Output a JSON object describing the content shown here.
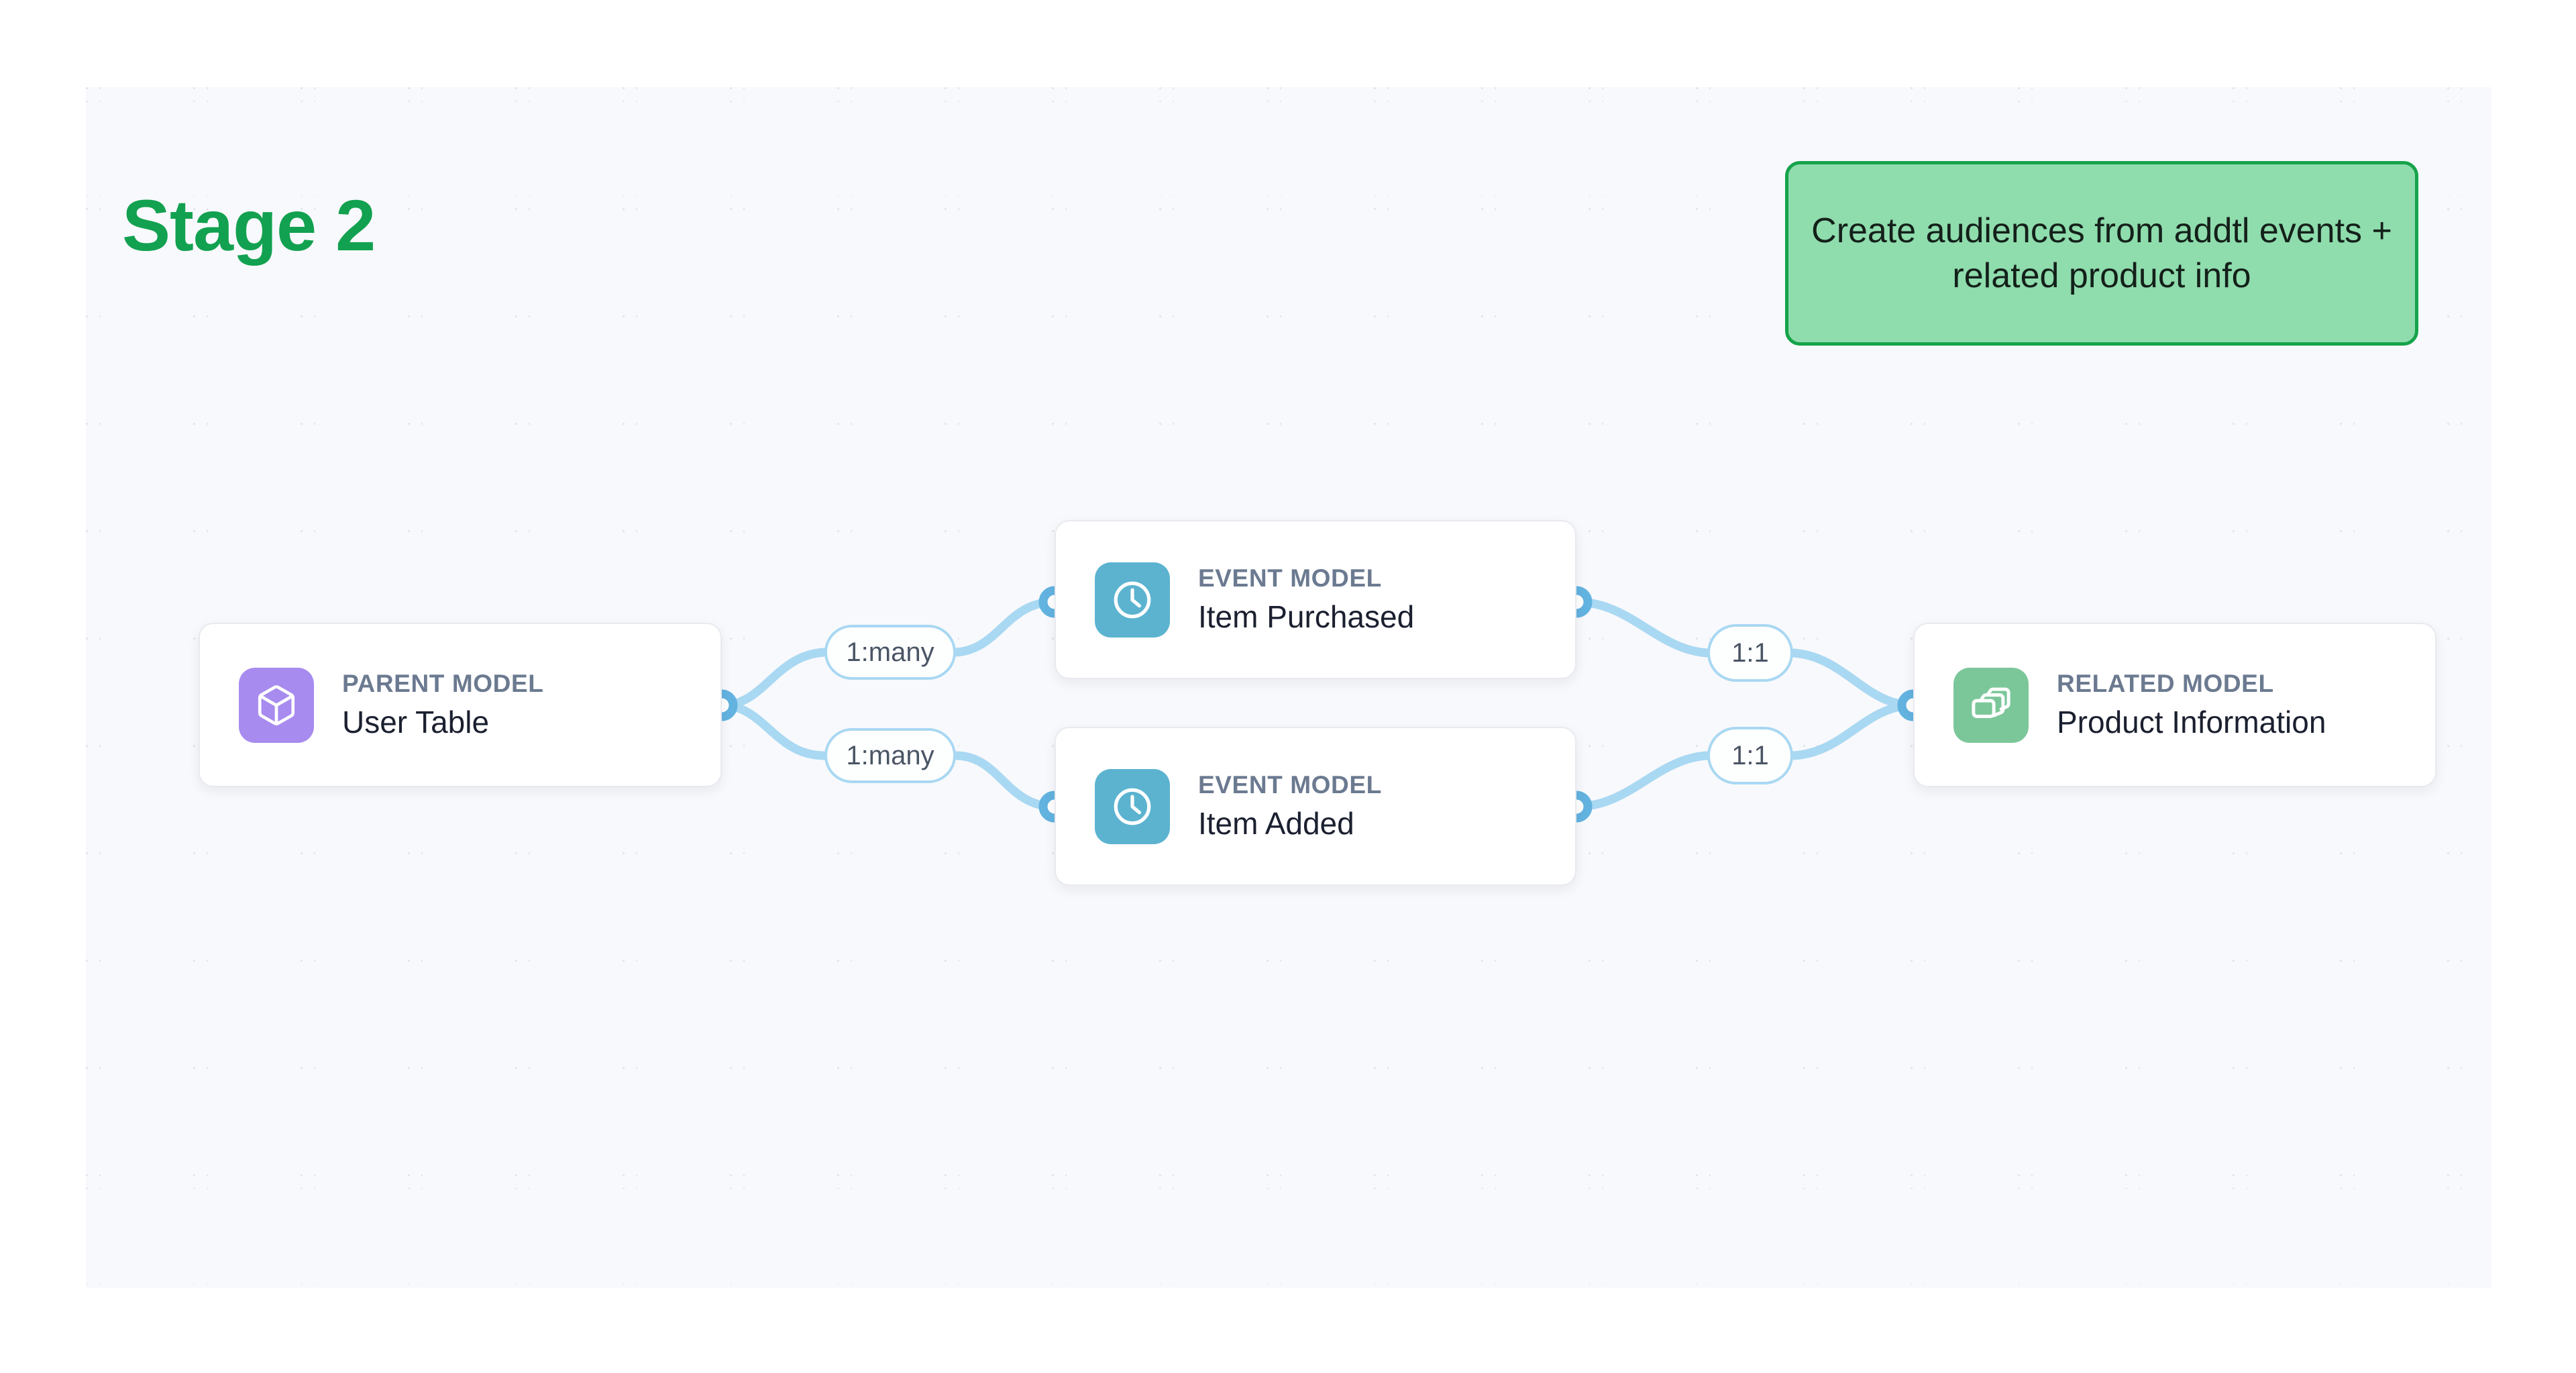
{
  "page": {
    "title": "Stage 2",
    "title_color": "#12a150"
  },
  "callout": {
    "text": "Create audiences from addtl events + related product info",
    "background": "#8fdcad",
    "border_color": "#16a34a"
  },
  "canvas": {
    "background": "#f8f9fc",
    "dot_color": "#e2e5ea"
  },
  "nodes": [
    {
      "id": "parent",
      "kicker": "PARENT MODEL",
      "title": "User Table",
      "icon": "cube-icon",
      "icon_color": "#a78bef"
    },
    {
      "id": "event-1",
      "kicker": "EVENT MODEL",
      "title": "Item Purchased",
      "icon": "clock-icon",
      "icon_color": "#5bb3d0"
    },
    {
      "id": "event-2",
      "kicker": "EVENT MODEL",
      "title": "Item Added",
      "icon": "clock-icon",
      "icon_color": "#5bb3d0"
    },
    {
      "id": "related",
      "kicker": "RELATED MODEL",
      "title": "Product Information",
      "icon": "stacked-layers-icon",
      "icon_color": "#7cc79a"
    }
  ],
  "relationships": [
    {
      "id": "rel-1",
      "label": "1:many",
      "from": "parent",
      "to": "event-1"
    },
    {
      "id": "rel-2",
      "label": "1:many",
      "from": "parent",
      "to": "event-2"
    },
    {
      "id": "rel-3",
      "label": "1:1",
      "from": "event-1",
      "to": "related"
    },
    {
      "id": "rel-4",
      "label": "1:1",
      "from": "event-2",
      "to": "related"
    }
  ],
  "edge_style": {
    "stroke": "#a9d8f2",
    "port_fill": "#ffffff",
    "port_stroke": "#63b3e0"
  }
}
